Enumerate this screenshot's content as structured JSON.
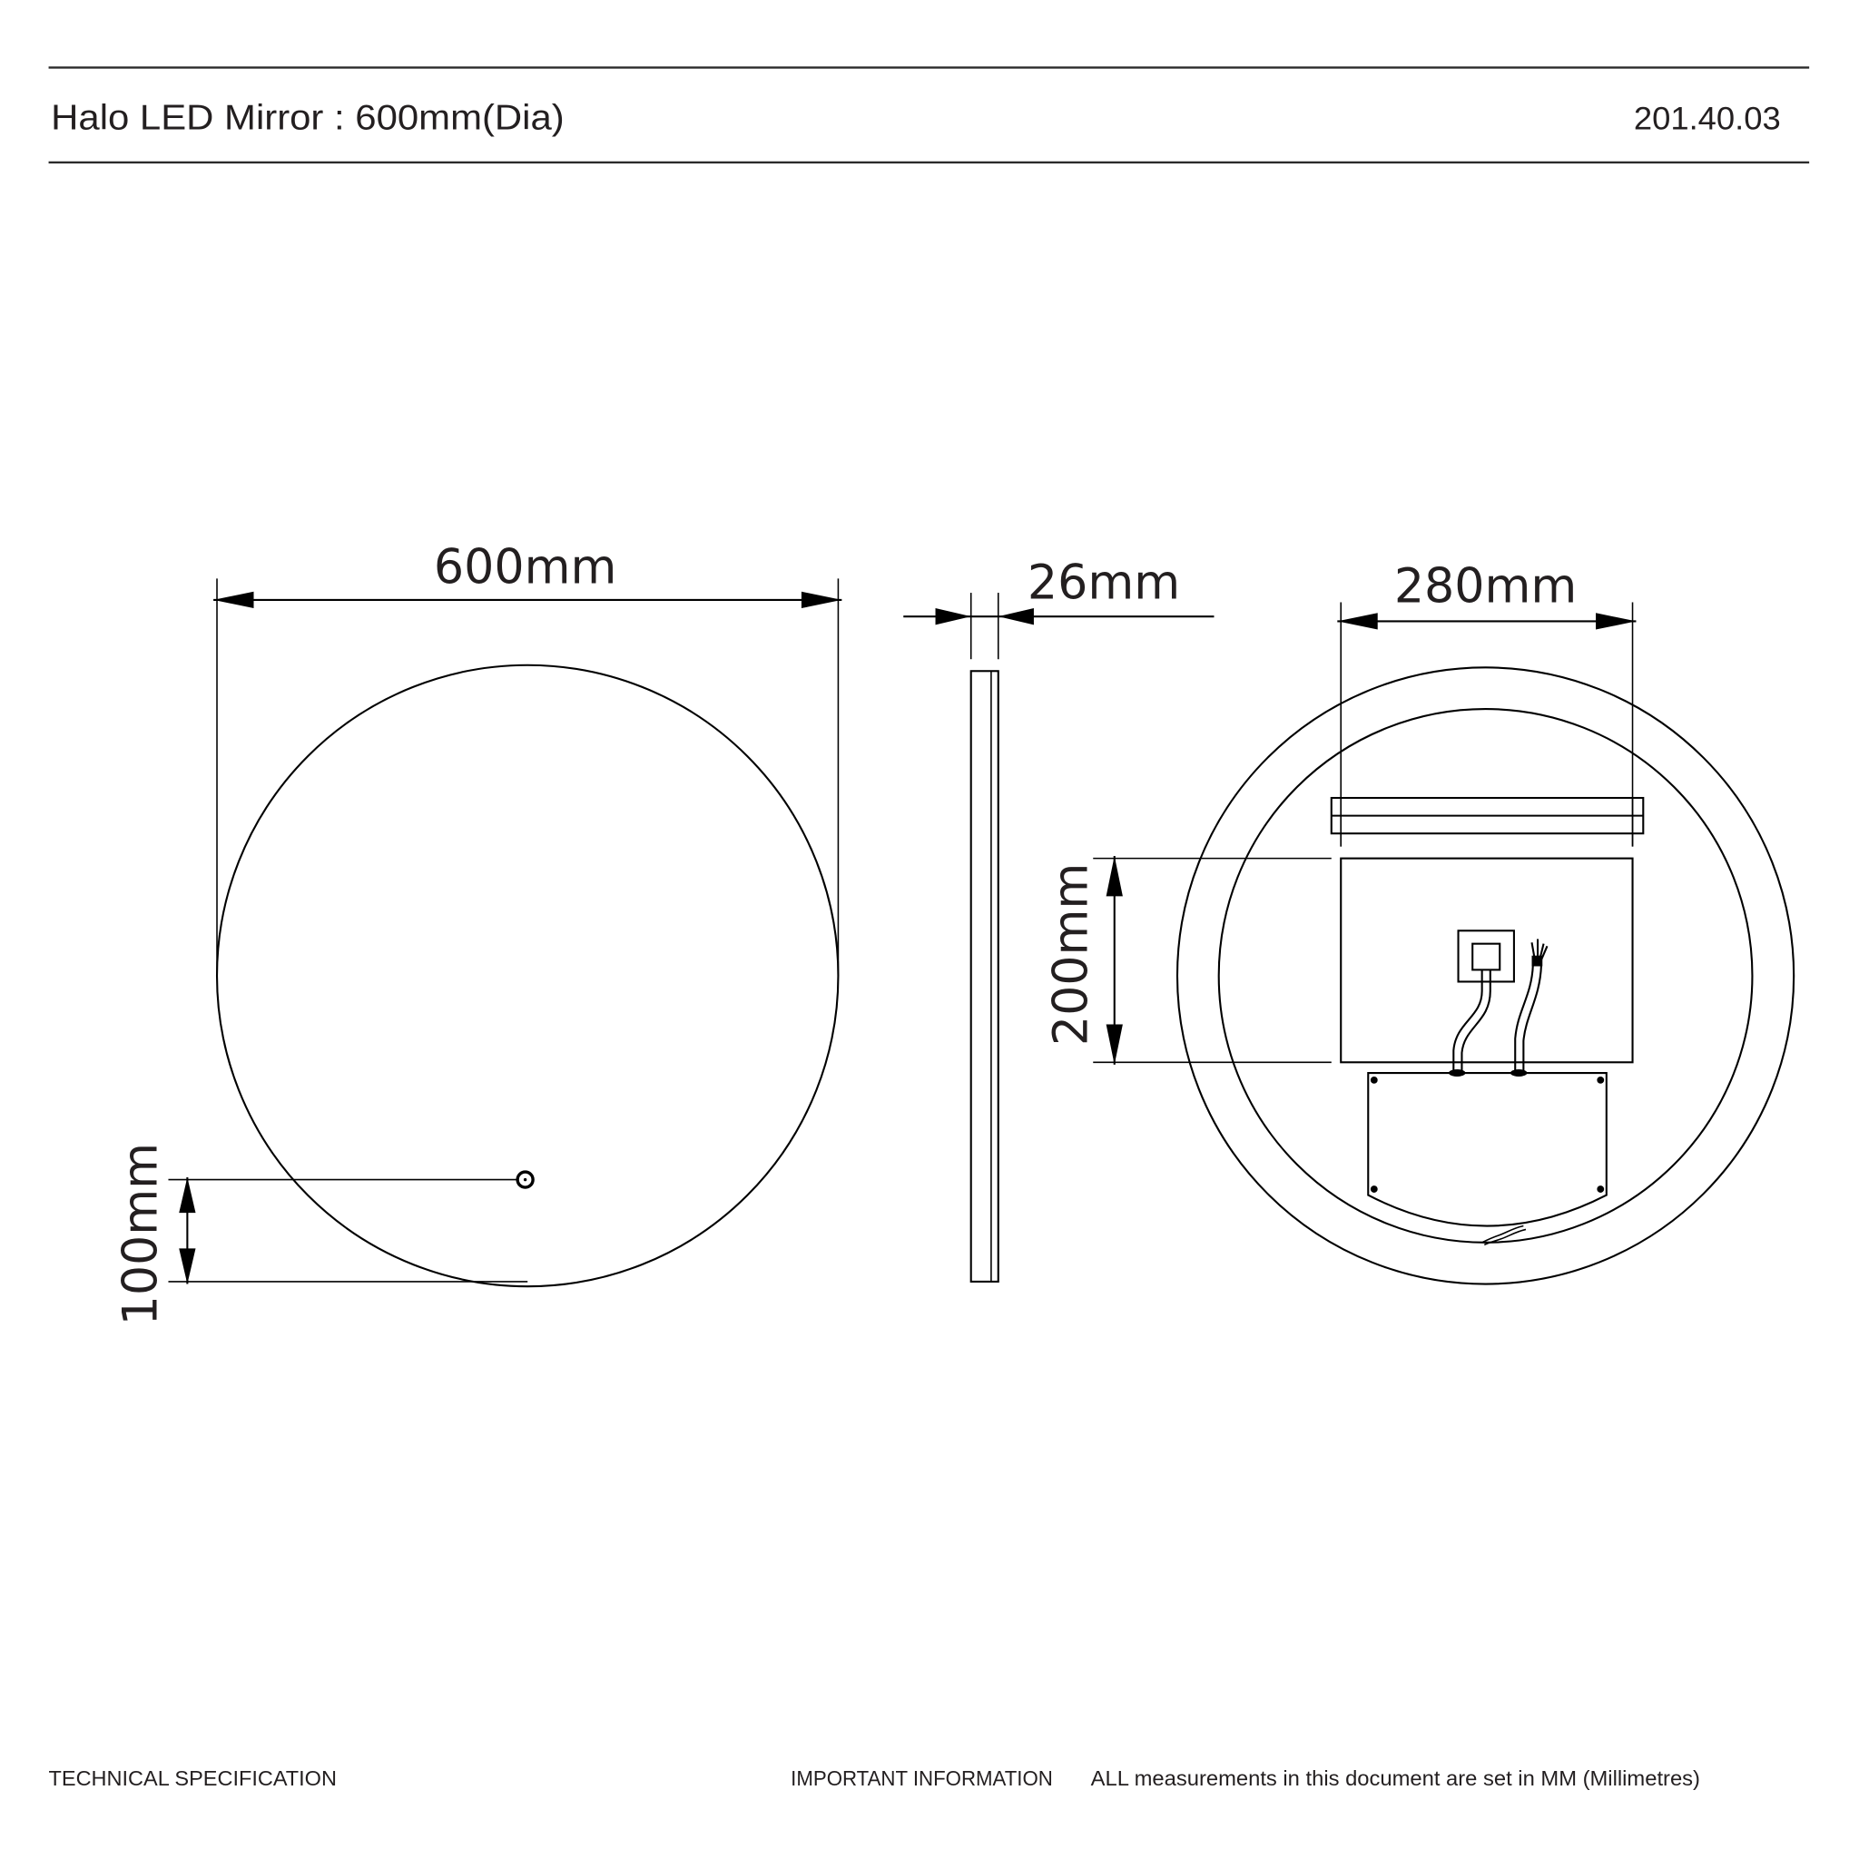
{
  "header": {
    "title": "Halo LED Mirror : 600mm(Dia)",
    "product_code": "201.40.03"
  },
  "drawing": {
    "front_view": {
      "diameter_label": "600mm",
      "sensor_offset_label": "100mm"
    },
    "side_view": {
      "depth_label": "26mm"
    },
    "back_view": {
      "bracket_width_label": "280mm",
      "panel_height_label": "200mm"
    }
  },
  "footer": {
    "left_label": "TECHNICAL SPECIFICATION",
    "info_label": "IMPORTANT INFORMATION",
    "info_text": "ALL measurements in this document are set in MM (Millimetres)"
  },
  "colors": {
    "ink": "#231f20",
    "line": "#000000",
    "background": "#ffffff"
  }
}
